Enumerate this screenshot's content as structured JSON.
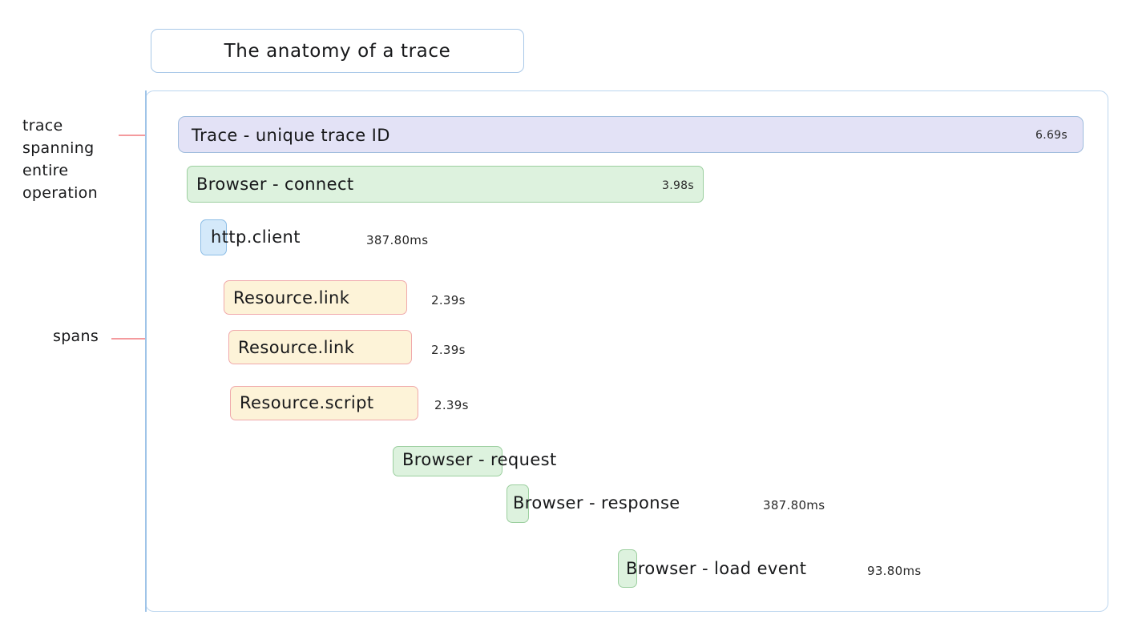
{
  "title": {
    "text": "The anatomy of a trace"
  },
  "annotations": [
    {
      "name": "trace-annotation",
      "text": "trace spanning entire operation"
    },
    {
      "name": "spans-annotation",
      "text": "spans"
    }
  ],
  "colors": {
    "trace_fill": "#e3e2f6",
    "trace_border": "#9fbcdd",
    "browser_fill": "#ddf2de",
    "browser_border": "#9ccf9f",
    "http_fill": "#d4e9fa",
    "http_border": "#8cbde6",
    "resource_fill": "#fdf3d8",
    "resource_border": "#f0a9ab",
    "annotation_rail": "#ef8b90",
    "container_border": "#bcd6ef"
  },
  "spans": [
    {
      "name": "trace-root",
      "label": "Trace - unique trace ID",
      "duration": "6.69s",
      "duration_position": "inside",
      "kind": "trace"
    },
    {
      "name": "browser-connect",
      "label": "Browser - connect",
      "duration": "3.98s",
      "duration_position": "inside",
      "kind": "browser"
    },
    {
      "name": "http-client",
      "label": "http.client",
      "duration": "387.80ms",
      "duration_position": "outside",
      "kind": "http"
    },
    {
      "name": "resource-link-1",
      "label": "Resource.link",
      "duration": "2.39s",
      "duration_position": "outside",
      "kind": "resource"
    },
    {
      "name": "resource-link-2",
      "label": "Resource.link",
      "duration": "2.39s",
      "duration_position": "outside",
      "kind": "resource"
    },
    {
      "name": "resource-script",
      "label": "Resource.script",
      "duration": "2.39s",
      "duration_position": "outside",
      "kind": "resource"
    },
    {
      "name": "browser-request",
      "label": "Browser - request",
      "duration": "",
      "duration_position": "none",
      "kind": "browser"
    },
    {
      "name": "browser-response",
      "label": "Browser - response",
      "duration": "387.80ms",
      "duration_position": "outside",
      "kind": "browser"
    },
    {
      "name": "browser-load-event",
      "label": "Browser - load event",
      "duration": "93.80ms",
      "duration_position": "outside",
      "kind": "browser"
    }
  ]
}
